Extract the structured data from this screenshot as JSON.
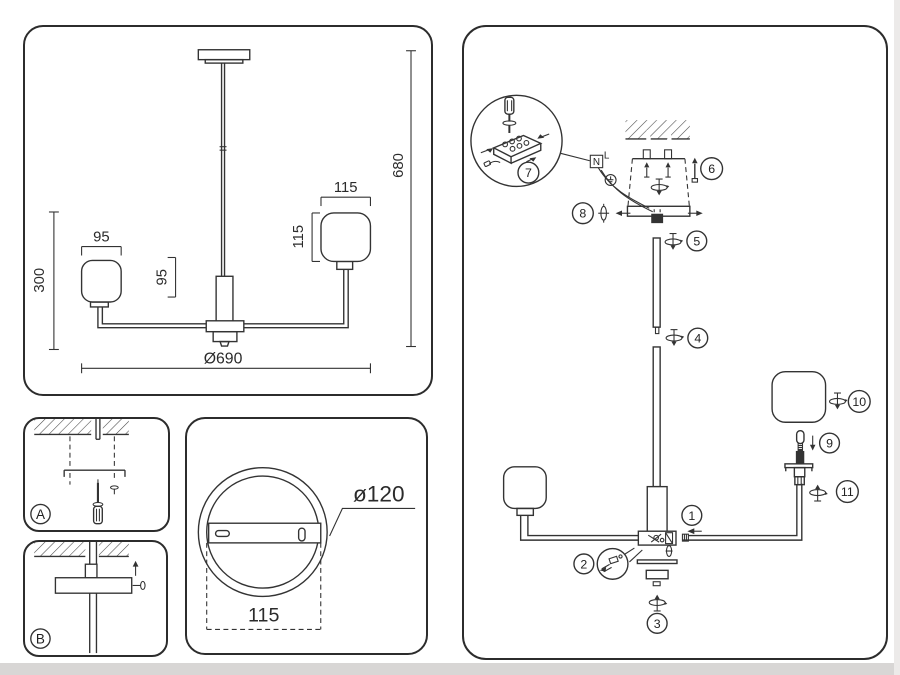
{
  "colors": {
    "line": "#333333",
    "panel_border": "#2c2c2c",
    "background": "#ffffff",
    "bottom_strip": "#d8d6d5"
  },
  "dimension_panel": {
    "total_height": "680",
    "large_shade_width": "115",
    "large_shade_height": "115",
    "small_shade_width": "95",
    "small_shade_height": "95",
    "stem_height": "300",
    "total_diameter": "Ø690"
  },
  "mount_detail_a": {
    "label": "A"
  },
  "mount_detail_b": {
    "label": "B"
  },
  "ceiling_plate_panel": {
    "diameter_label": "ø120",
    "slot_spacing": "115"
  },
  "assembly_panel": {
    "wire_neutral": "N",
    "wire_live": "L",
    "steps": [
      "1",
      "2",
      "3",
      "4",
      "5",
      "6",
      "7",
      "8",
      "9",
      "10",
      "11"
    ]
  }
}
